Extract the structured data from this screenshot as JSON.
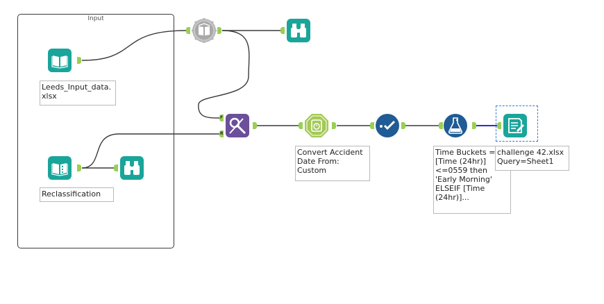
{
  "container": {
    "title": "Input"
  },
  "tools": {
    "input_leeds": {
      "icon": "input-data-book-icon",
      "label": "Leeds_Input_data.\nxlsx"
    },
    "input_reclass": {
      "icon": "input-data-book-icon",
      "label": "Reclassification"
    },
    "browse_reclass": {
      "icon": "browse-binoculars-icon"
    },
    "auto_field": {
      "icon": "auto-field-book-gear-icon"
    },
    "browse_top": {
      "icon": "browse-binoculars-icon"
    },
    "find_replace": {
      "icon": "find-replace-icon",
      "anchor_f": "F",
      "anchor_r": "R"
    },
    "datetime": {
      "icon": "datetime-clock-icon",
      "label": "Convert Accident\nDate From:\nCustom"
    },
    "select": {
      "icon": "select-check-icon"
    },
    "formula": {
      "icon": "formula-flask-icon",
      "label": "Time Buckets =\n[Time (24hr)]\n<=0559 then\n'Early Morning'\nELSEIF [Time\n(24hr)]..."
    },
    "output": {
      "icon": "output-data-icon",
      "label": "challenge 42.xlsx\nQuery=Sheet1"
    }
  },
  "colors": {
    "tool_teal": "#1aa59a",
    "tool_purple": "#6c4f9b",
    "tool_lime": "#a4c956",
    "tool_navy": "#1f5b94",
    "anchor_green": "#9bcf54",
    "connector": "#3a3a3a",
    "active_connector": "#2a2ad0"
  }
}
